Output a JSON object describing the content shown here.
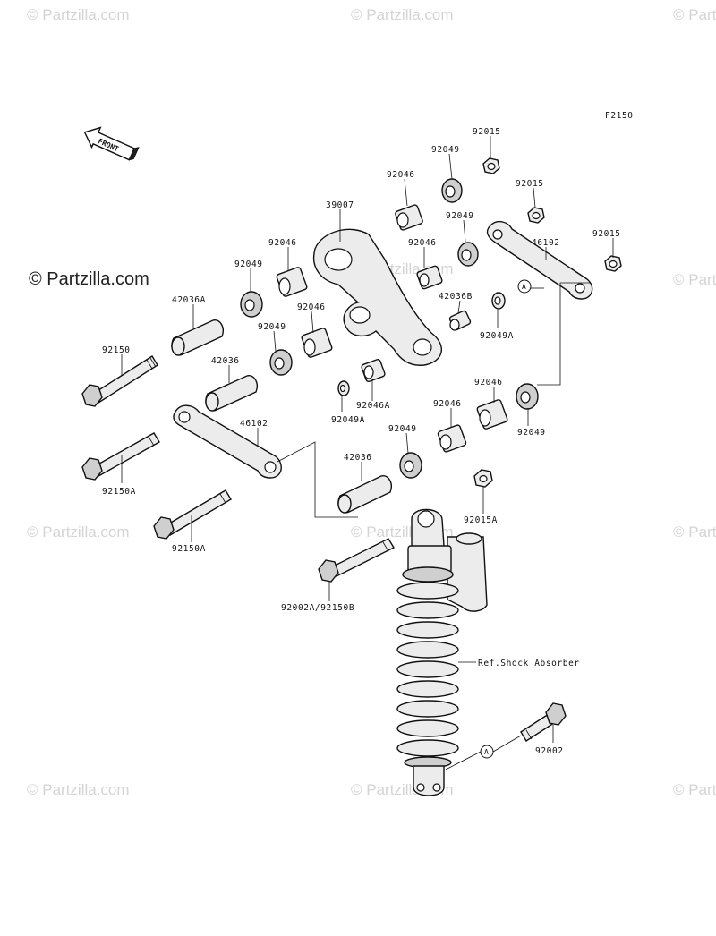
{
  "watermark": "© Partzilla.com",
  "diagram_code": "F2150",
  "front_label": "FRONT",
  "callout_a": "A",
  "labels": {
    "p92015_1": "92015",
    "p92049_1": "92049",
    "p92046_1": "92046",
    "p39007": "39007",
    "p92015_2": "92015",
    "p92049_2": "92049",
    "p92046_2": "92046",
    "p92046_3": "92046",
    "p92049_3": "92049",
    "p92015_3": "92015",
    "p46102_1": "46102",
    "p42036A": "42036A",
    "p92046_4": "92046",
    "p42036B": "42036B",
    "p92049_4": "92049",
    "p92049A_1": "92049A",
    "p92150": "92150",
    "p42036_1": "42036",
    "p92049A_2": "92049A",
    "p92046A": "92046A",
    "p92046_5": "92046",
    "p92049_5": "92049",
    "p46102_2": "46102",
    "p92049_6": "92049",
    "p92046_6": "92046",
    "p92150A_1": "92150A",
    "p42036_2": "42036",
    "p92150A_2": "92150A",
    "p92015A": "92015A",
    "p92002A": "92002A/92150B",
    "ref_shock": "Ref.Shock Absorber",
    "p92002": "92002"
  }
}
